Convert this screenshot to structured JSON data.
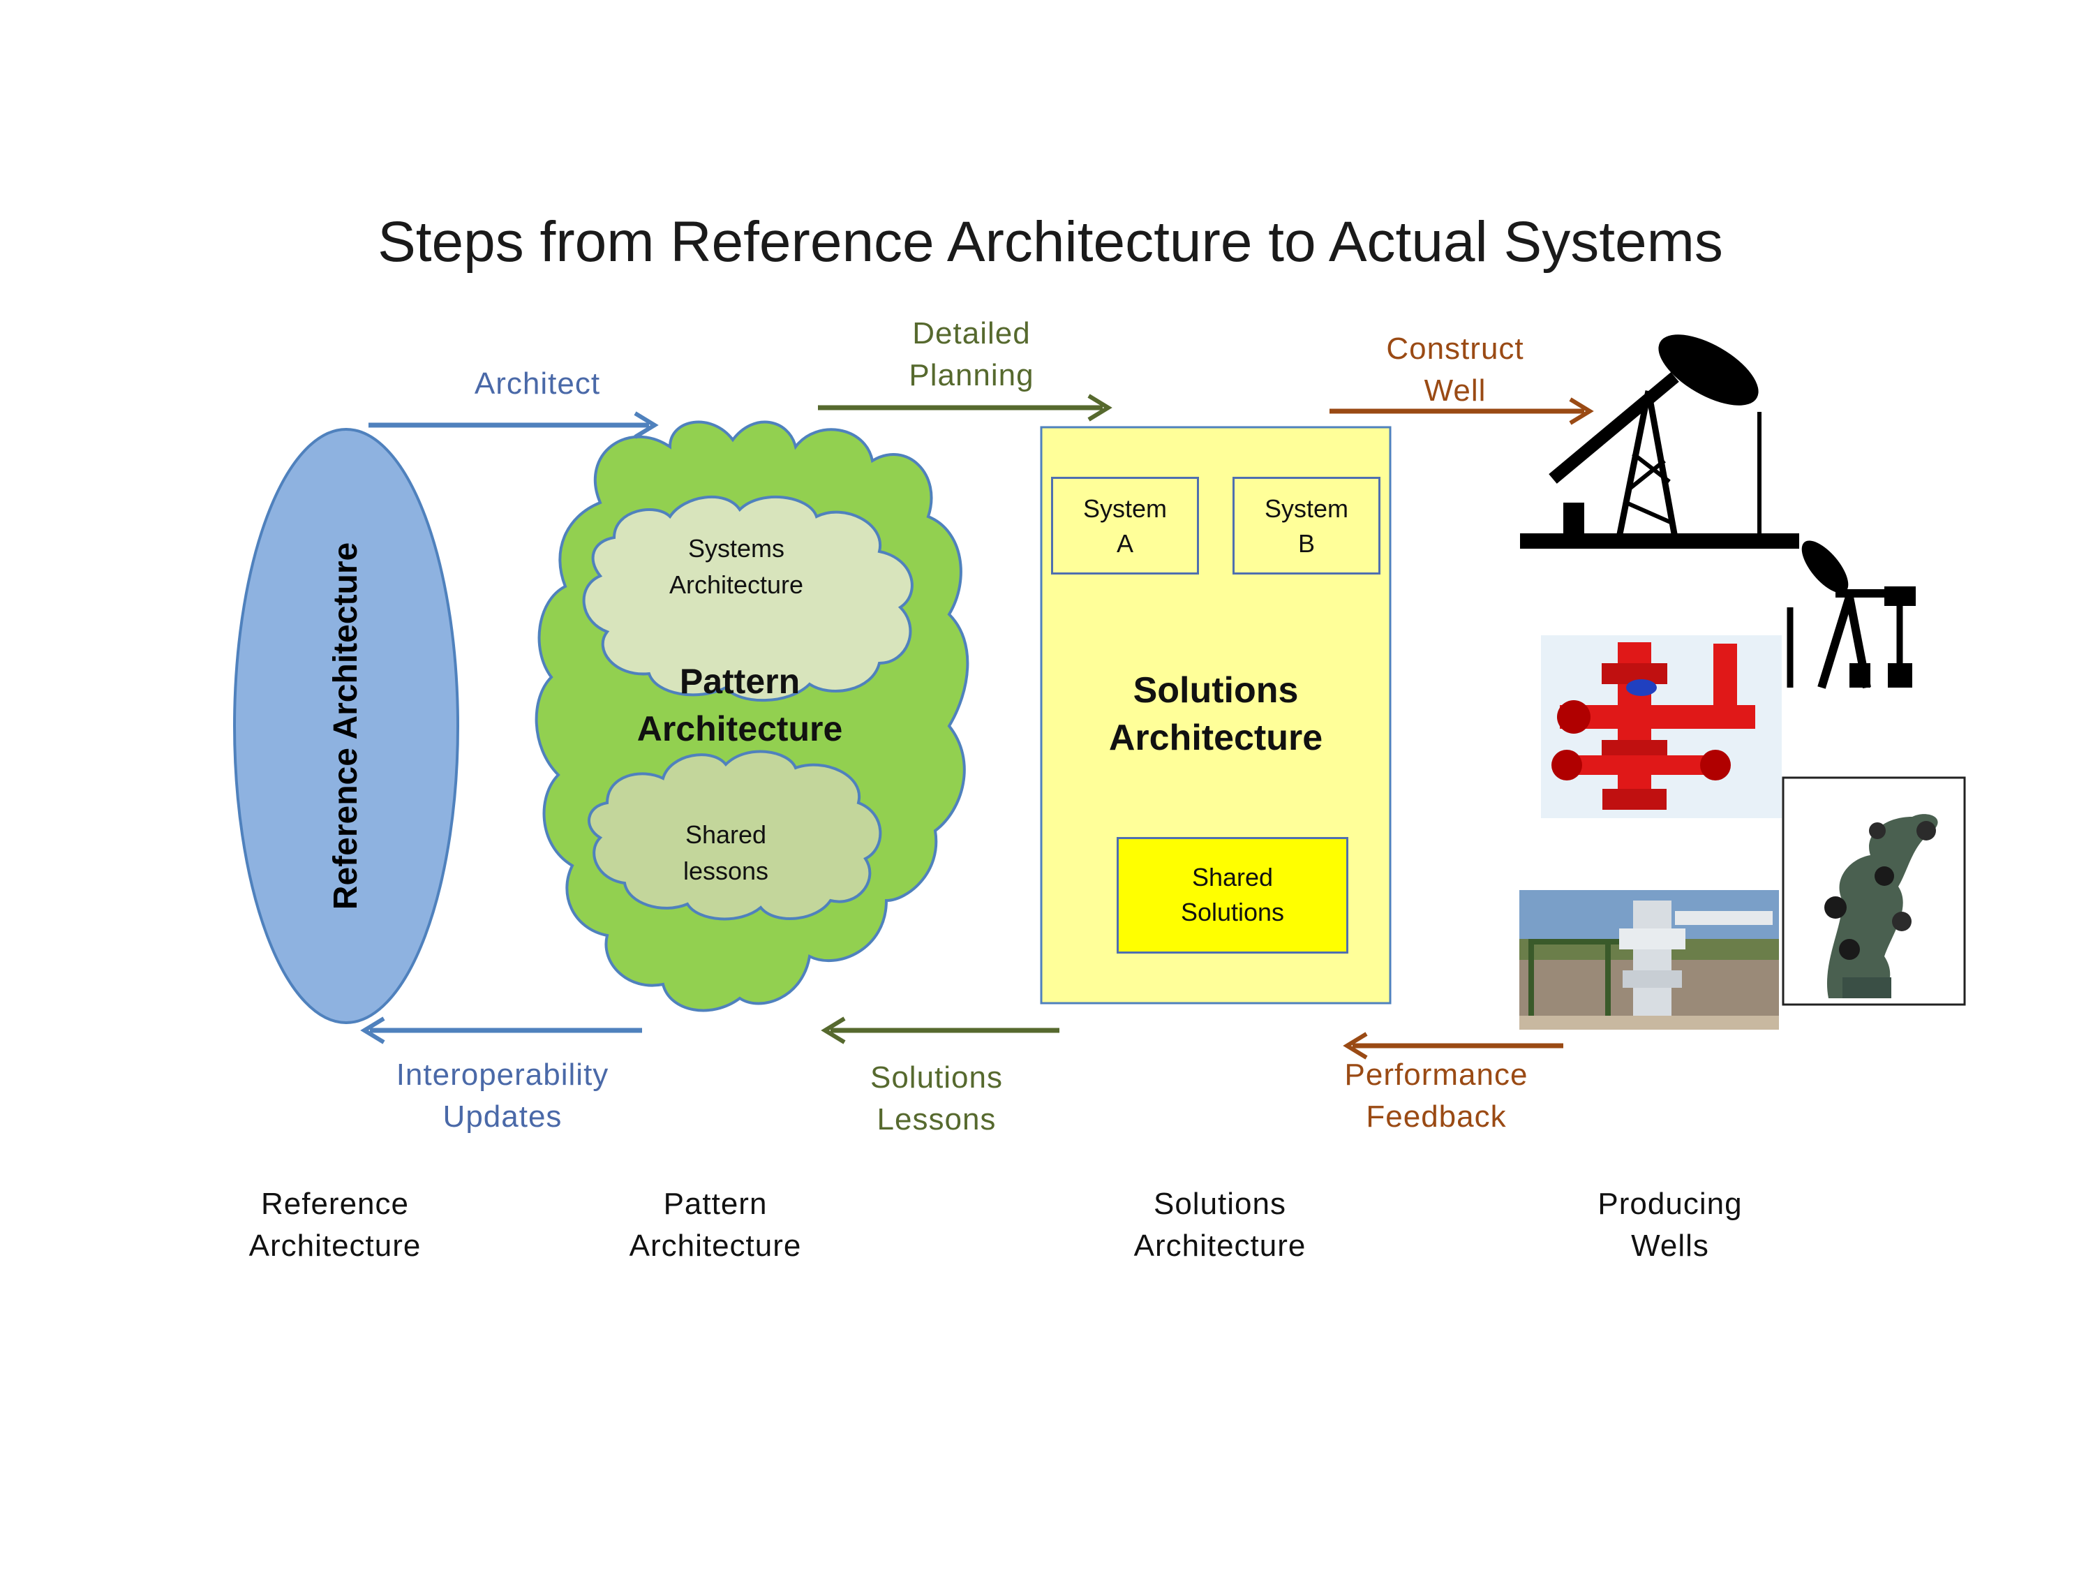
{
  "title": "Steps from Reference Architecture to Actual Systems",
  "reference_ellipse": {
    "label": "Reference Architecture"
  },
  "pattern_cloud": {
    "label": "Pattern\nArchitecture",
    "systems_cloud": "Systems\nArchitecture",
    "lessons_cloud": "Shared\nlessons"
  },
  "solutions_box": {
    "label": "Solutions\nArchitecture",
    "system_a": "System\nA",
    "system_b": "System\nB",
    "shared_solutions": "Shared\nSolutions"
  },
  "arrows": {
    "architect": "Architect",
    "detailed_planning": "Detailed\nPlanning",
    "construct_well": "Construct\nWell",
    "interoperability_updates": "Interoperability\nUpdates",
    "solutions_lessons": "Solutions\nLessons",
    "performance_feedback": "Performance\nFeedback"
  },
  "bottom_labels": {
    "reference": "Reference\nArchitecture",
    "pattern": "Pattern\nArchitecture",
    "solutions": "Solutions\nArchitecture",
    "producing": "Producing\nWells"
  },
  "images": [
    "pumpjack-icon",
    "small-pumpjack-icon",
    "red-wellhead-photo",
    "christmas-tree-valve-photo",
    "wellsite-photo"
  ],
  "colors": {
    "ellipse": "#8eb2e0",
    "cloud_outer": "#92d050",
    "cloud_inner": "#d8e4bc",
    "solutions_box": "#ffff99",
    "shared_solutions": "#ffff00",
    "blue_arrow": "#4f81bd",
    "green_arrow": "#56692e",
    "orange_arrow": "#9a4a14"
  }
}
